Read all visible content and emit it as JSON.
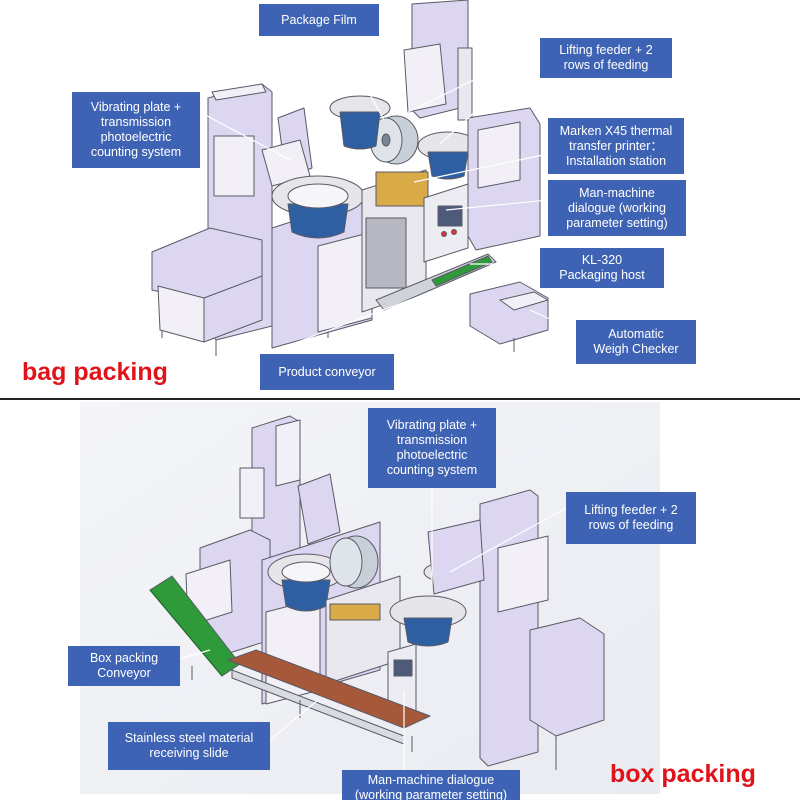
{
  "colors": {
    "label_bg": "#3f63b4",
    "title_red": "#e0121a",
    "machine_lavender": "#ddd6f0",
    "machine_white": "#f2f0f6",
    "bowl_blue": "#2f5fa3",
    "conveyor_green": "#2e9a3a",
    "conveyor_brown": "#a5583a"
  },
  "top": {
    "title": "bag packing",
    "labels": {
      "package_film": "Package Film",
      "lifting_feeder": "Lifting feeder + 2\nrows of feeding",
      "vibrating_plate": "Vibrating plate +\ntransmission\nphotoelectric\ncounting system",
      "printer": "Marken X45 thermal\ntransfer printer：\nInstallation station",
      "man_machine": "Man-machine\ndialogue (working\nparameter setting)",
      "packaging_host": "KL-320\nPackaging host",
      "weigh_checker": "Automatic\nWeigh Checker",
      "product_conveyor": "Product conveyor"
    }
  },
  "bottom": {
    "title": "box packing",
    "labels": {
      "vibrating_plate": "Vibrating plate +\ntransmission\nphotoelectric\ncounting system",
      "lifting_feeder": "Lifting feeder + 2\nrows of feeding",
      "box_conveyor": "Box packing\nConveyor",
      "receiving_slide": "Stainless steel material\nreceiving slide",
      "man_machine": "Man-machine dialogue\n(working parameter setting)"
    }
  }
}
